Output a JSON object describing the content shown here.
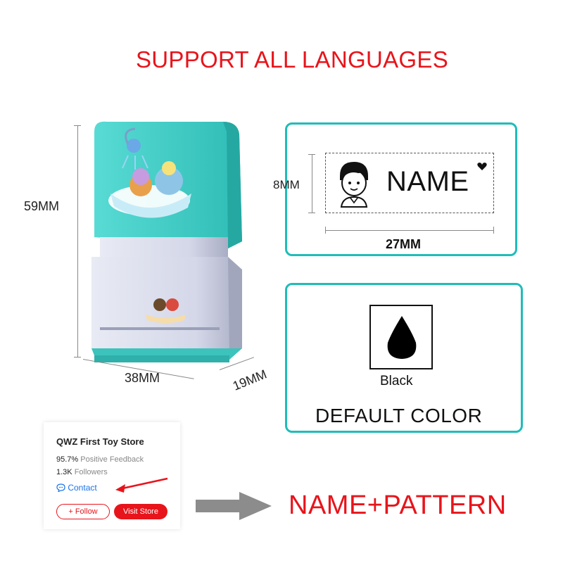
{
  "headline": "SUPPORT ALL LANGUAGES",
  "dimensions": {
    "height": "59MM",
    "width": "38MM",
    "depth": "19MM",
    "label_height": "8MM",
    "label_width": "27MM"
  },
  "label_sample": {
    "text": "NAME"
  },
  "ink": {
    "color_name": "Black",
    "caption": "DEFAULT COLOR"
  },
  "store": {
    "name": "QWZ First Toy Store",
    "feedback_value": "95.7%",
    "feedback_label": "Positive Feedback",
    "followers_value": "1.3K",
    "followers_label": "Followers",
    "contact": "Contact",
    "follow_button": "+ Follow",
    "visit_button": "Visit Store"
  },
  "cta": "NAME+PATTERN",
  "colors": {
    "accent_red": "#e8141b",
    "teal": "#20bcb9",
    "stamp_body": "#d9dcec"
  }
}
